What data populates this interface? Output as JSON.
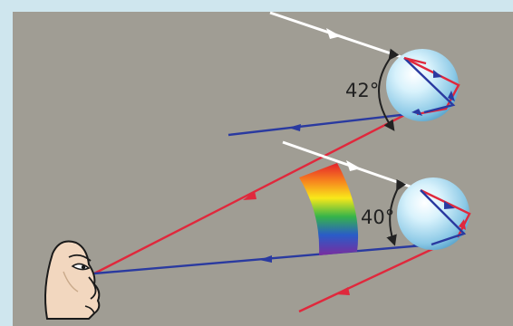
{
  "labels": {
    "angle_top": "42°",
    "angle_bottom": "40°"
  },
  "colors": {
    "background": "#a09d94",
    "border": "#cfe6ee",
    "sunlight": "#ffffff",
    "red_ray": "#e0283c",
    "blue_ray": "#2a3aa0",
    "droplet": "#bfe6f8"
  },
  "icons": [
    "white-light-ray",
    "water-droplet",
    "rainbow-band",
    "observer-face"
  ]
}
